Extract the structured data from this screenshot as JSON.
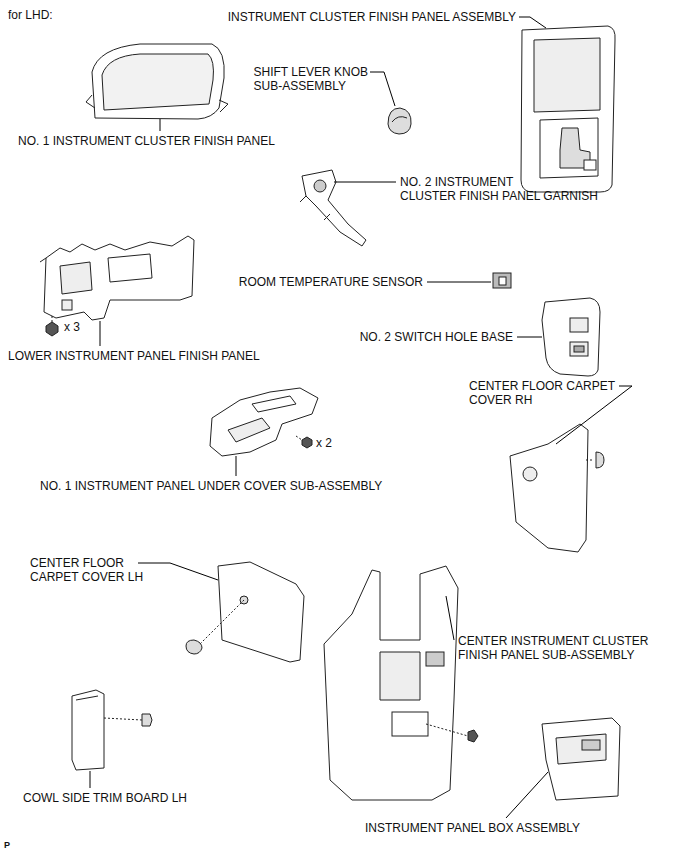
{
  "diagram": {
    "labels": [
      "for LHD:",
      "INSTRUMENT CLUSTER FINISH PANEL ASSEMBLY",
      "SHIFT LEVER KNOB SUB-ASSEMBLY",
      "NO. 1 INSTRUMENT CLUSTER FINISH PANEL",
      "NO. 2 INSTRUMENT CLUSTER FINISH PANEL GARNISH",
      "ROOM TEMPERATURE SENSOR",
      "NO. 2 SWITCH HOLE BASE",
      "x 3",
      "LOWER INSTRUMENT PANEL FINISH PANEL",
      "CENTER FLOOR CARPET COVER RH",
      "x 2",
      "NO. 1 INSTRUMENT PANEL UNDER COVER SUB-ASSEMBLY",
      "CENTER FLOOR CARPET COVER LH",
      "CENTER INSTRUMENT CLUSTER FINISH PANEL SUB-ASSEMBLY",
      "COWL SIDE TRIM BOARD LH",
      "INSTRUMENT PANEL BOX ASSEMBLY",
      "P"
    ]
  }
}
